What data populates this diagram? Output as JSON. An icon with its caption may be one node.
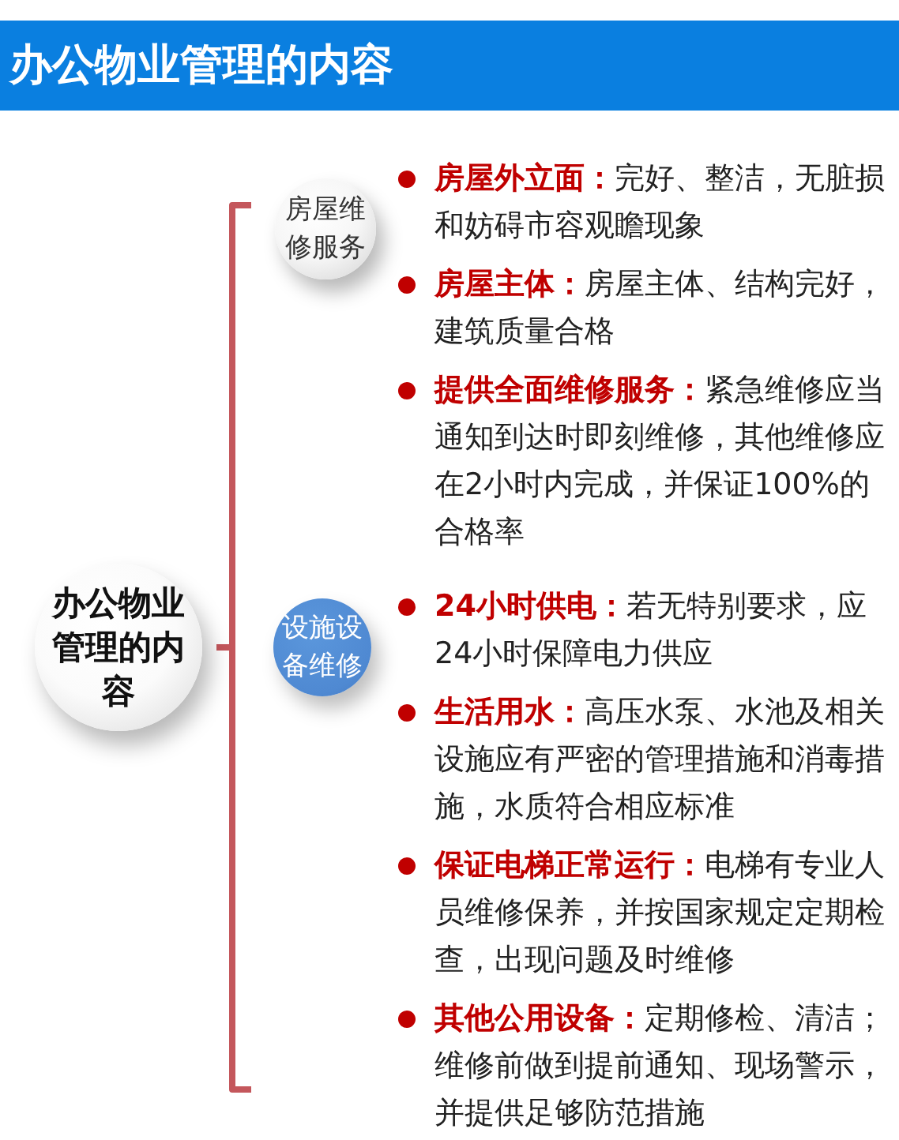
{
  "diagram": {
    "title": "办公物业管理的内容",
    "nodes": [
      {
        "text": [
          "办公物业管理的内容"
        ]
      },
      {
        "text": [
          "房屋维修服务"
        ],
        "beside": [
          "**房屋外立面：**完好、整洁，无脏损和妨碍市容观瞻现象",
          "**房屋主体：**房屋主体、结构完好，建筑质量合格",
          "**提供全面维修服务：**紧急维修应当通知到达时即刻维修，其他维修应在2小时内完成，并保证100%的合格率"
        ]
      },
      {
        "text": [
          "设施设备维修"
        ],
        "beside": [
          "**24小时供电：**若无特别要求，应24小时保障电力供应",
          "**生活用水：**高压水泵、水池及相关设施应有严密的管理措施和消毒措施，水质符合相应标准",
          "**保证电梯正常运行：**电梯有专业人员维修保养，并按国家规定定期检查，出现问题及时维修",
          "**其他公用设备：**定期修检、清洁；维修前做到提前通知、现场警示，并提供足够防范措施"
        ]
      }
    ]
  }
}
